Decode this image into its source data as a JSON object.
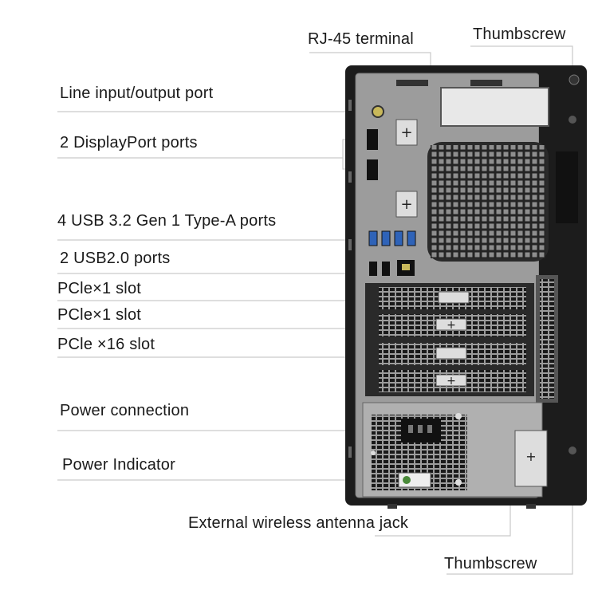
{
  "labels": {
    "rj45": "RJ-45 terminal",
    "thumbscrew_top": "Thumbscrew",
    "line_io": "Line input/output port",
    "displayport": "2 DisplayPort ports",
    "usb32": "4 USB 3.2 Gen 1 Type-A ports",
    "usb20": "2 USB2.0 ports",
    "pcie_x1_a": "PCle×1 slot",
    "pcie_x1_b": "PCle×1 slot",
    "pcie_x16": "PCle ×16 slot",
    "power_connection": "Power connection",
    "power_indicator": "Power Indicator",
    "antenna_jack": "External wireless antenna jack",
    "thumbscrew_bottom": "Thumbscrew"
  },
  "colors": {
    "chassis": "#1c1c1c",
    "panel": "#9a9a9a",
    "usb_blue": "#2f63b8",
    "leader_line": "#c9c9c9"
  }
}
